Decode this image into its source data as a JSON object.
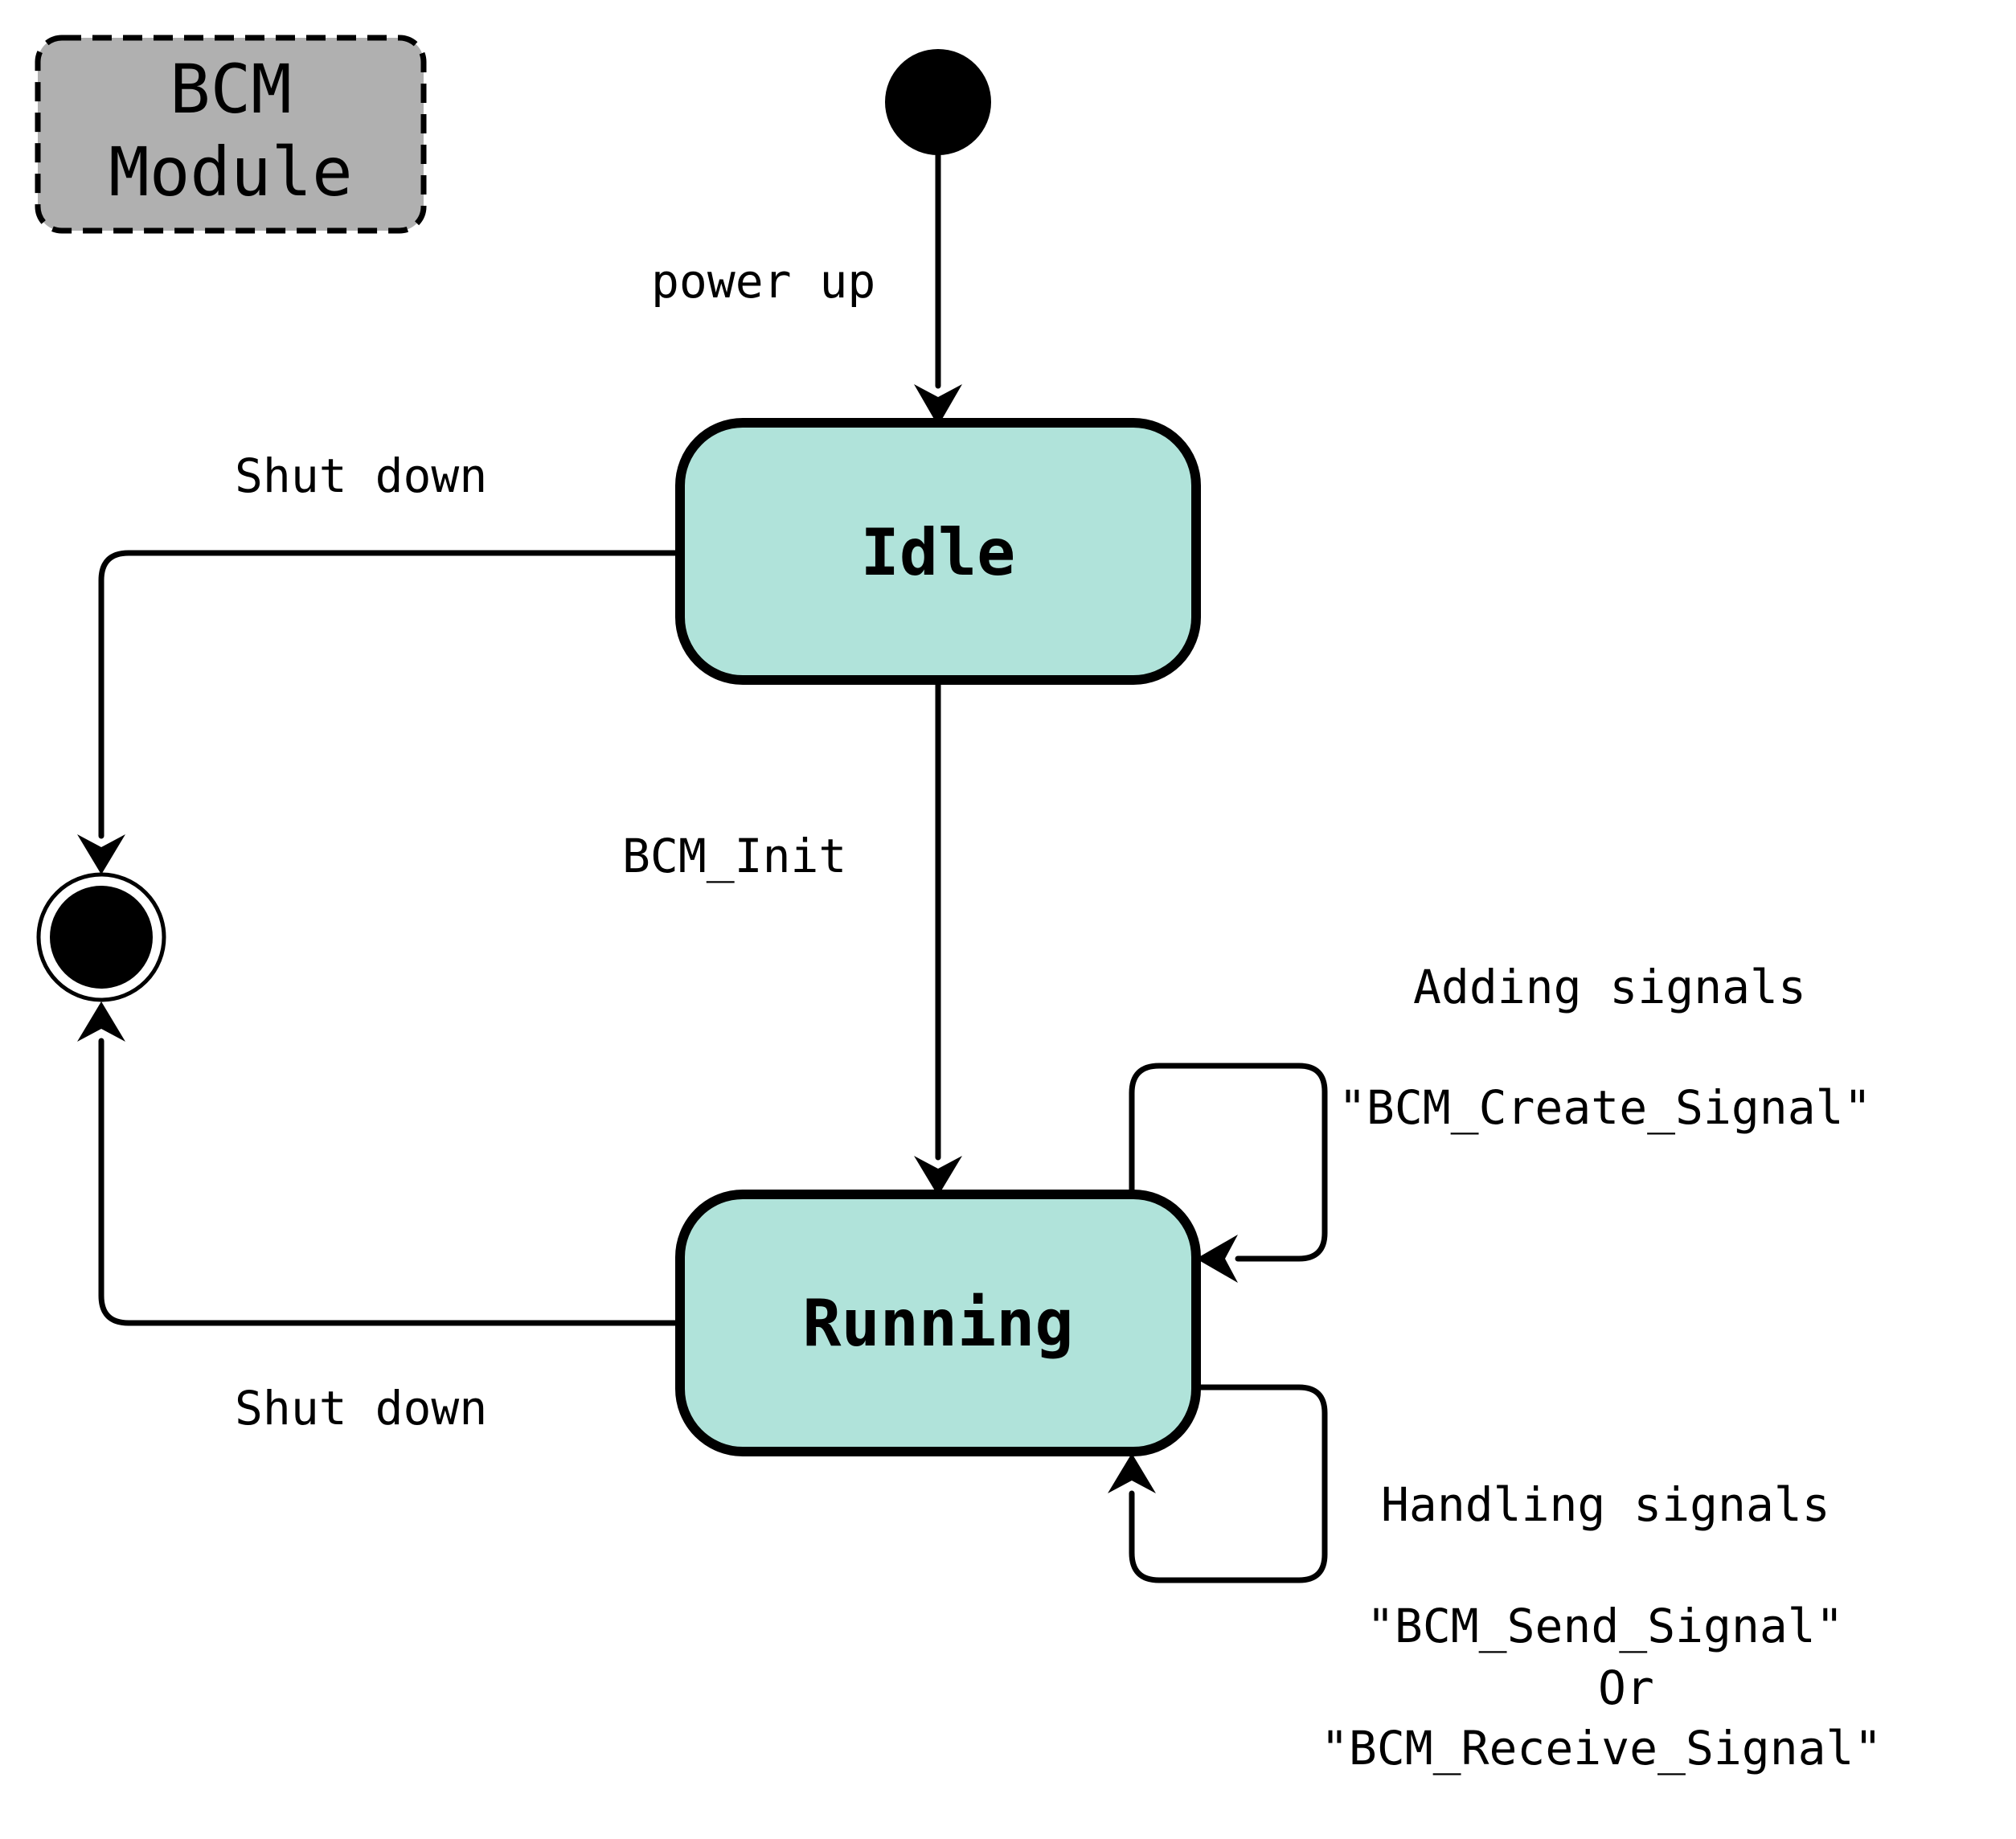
{
  "module": {
    "line1": "BCM",
    "line2": "Module"
  },
  "states": {
    "idle": "Idle",
    "running": "Running"
  },
  "transitions": {
    "power_up": "power up",
    "idle_shutdown": "Shut down",
    "bcm_init": "BCM_Init",
    "running_shutdown": "Shut down",
    "adding_title": "Adding signals",
    "adding_func": "\"BCM_Create_Signal\"",
    "handling_title": "Handling signals",
    "handling_func1": "\"BCM_Send_Signal\"",
    "handling_or": "Or",
    "handling_func2": "\"BCM_Receive_Signal\""
  },
  "colors": {
    "state_fill": "#b0e3da",
    "module_fill": "#b0b0b0",
    "stroke": "#000000"
  },
  "icons": {
    "initial": "filled-circle-initial-state-icon",
    "final": "bullseye-final-state-icon"
  }
}
